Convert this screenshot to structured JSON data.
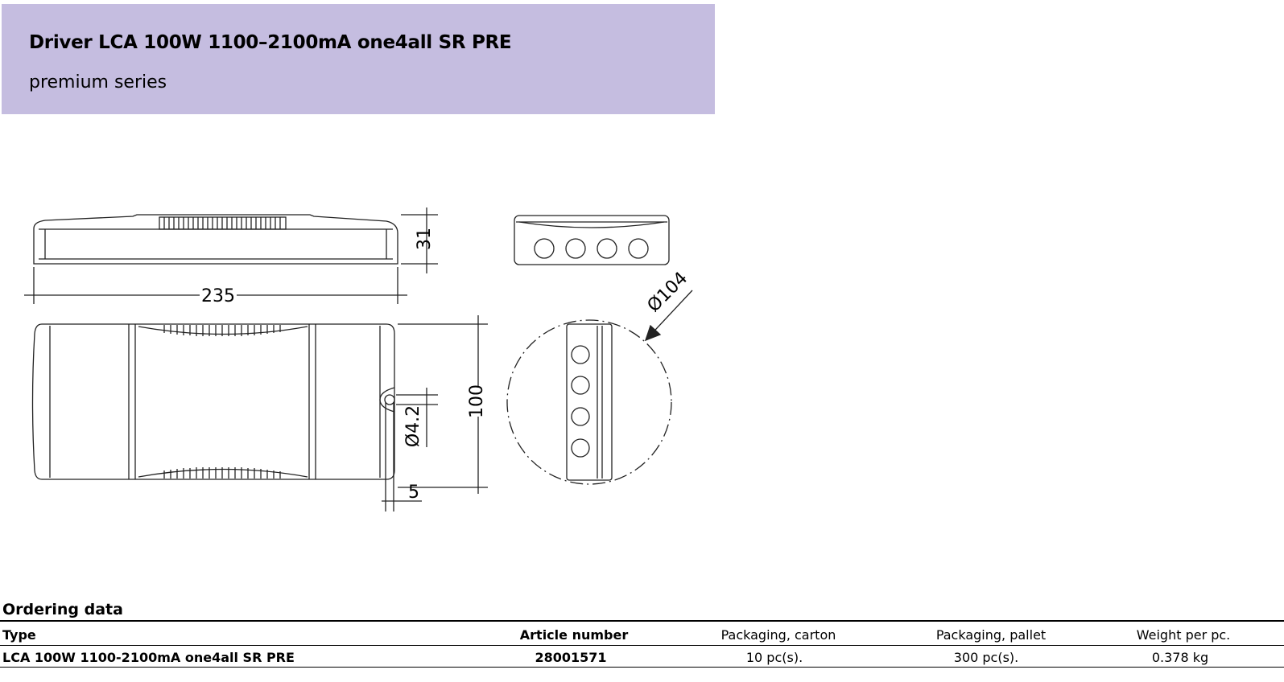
{
  "product": {
    "title": "Driver LCA 100W 1100–2100mA one4all SR PRE",
    "series": "premium series"
  },
  "colors": {
    "header_background": "#c5bde0",
    "text": "#000000",
    "drawing_lines": "#222222"
  },
  "drawing": {
    "dim_length": "235",
    "dim_height": "31",
    "dim_width": "100",
    "dim_hole_diameter": "Ø4.2",
    "dim_edge": "5",
    "dim_circle_diameter": "Ø104"
  },
  "ordering": {
    "heading": "Ordering data",
    "columns": {
      "type": "Type",
      "article": "Article number",
      "carton": "Packaging, carton",
      "pallet": "Packaging, pallet",
      "weight": "Weight per pc."
    },
    "row": {
      "type": "LCA 100W 1100-2100mA one4all SR PRE",
      "article": "28001571",
      "carton": "10 pc(s).",
      "pallet": "300 pc(s).",
      "weight": "0.378 kg"
    }
  }
}
